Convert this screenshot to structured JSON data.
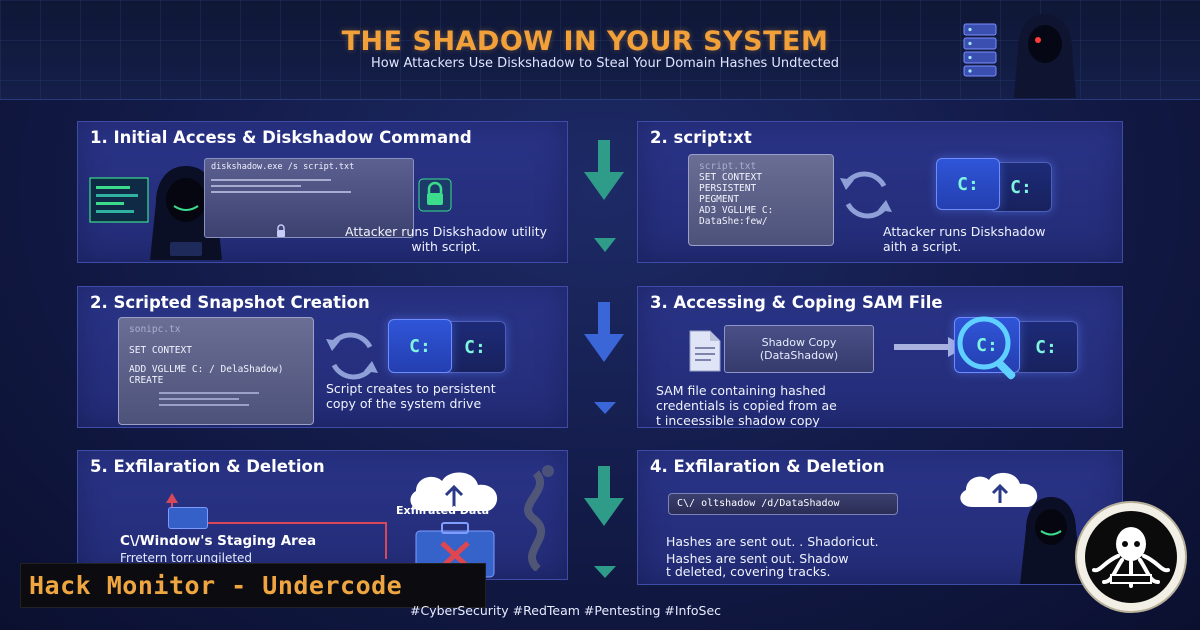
{
  "header": {
    "title": "THE SHADOW IN YOUR SYSTEM",
    "subtitle": "How Attackers Use Diskshadow to Steal Your Domain Hashes Undtected"
  },
  "colors": {
    "accent": "#f1a03a",
    "panel": "#2a3488",
    "arrow": "#2e9c88",
    "arrow_blue": "#3a66d8",
    "drive_text": "#7ff5df",
    "brand": "#f0a640"
  },
  "panels": {
    "p1": {
      "title": "1. Initial Access & Diskshadow Command",
      "window_text": "diskshadow.exe /s script.txt",
      "caption_lines": [
        "Attacker runs Diskshadow utility",
        "with script."
      ],
      "icon": "padlock-icon"
    },
    "p2": {
      "title": "2.  script:xt",
      "script_header": "script.txt",
      "script_lines": [
        "SET CONTEXT",
        "PERSISTENT",
        "PEGMENT",
        "AD3 VGLLME C:",
        "DataShe:few/"
      ],
      "drive_front": "C:",
      "drive_back": "C:",
      "caption_lines": [
        "Attacker runs Diskshadow",
        "aith a script."
      ]
    },
    "p3": {
      "title": "2. Scripted Snapshot Creation",
      "script_header": "sonipc.tx",
      "script_lines": [
        "SET CONTEXT",
        "ADD VGLLME C: / DelaShadow)",
        "CREATE"
      ],
      "drive_front": "C:",
      "drive_back": "C:",
      "caption_lines": [
        "Script creates to persistent",
        "copy of the system drive"
      ]
    },
    "p4": {
      "title": "3. Accessing & Coping SAM File",
      "box_lines": [
        "Shadow Copy",
        "(DataShadow)"
      ],
      "drive_front": "C:",
      "drive_back": "C:",
      "caption_lines": [
        "SAM file containing hashed",
        "credentials is copied from ae",
        "t inceessible shadow copy"
      ],
      "icon": "magnifier-icon"
    },
    "p5": {
      "title": "5. Exfilaration & Deletion",
      "cloud_label": "Exfilrated Data",
      "staging_label": "C\\/Window's Staging Area",
      "staging_sub": "Frretern torr.ungileted",
      "icon": "cloud-upload-icon"
    },
    "p6": {
      "title": "4. Exfilaration & Deletion",
      "command": "C\\/ oltshadow /d/DataShadow",
      "caption_lines": [
        "Hashes are sent out. . Shadoricut.",
        "",
        "Hashes are sent out. Shadow",
        "t deleted, covering tracks."
      ],
      "icon": "cloud-upload-icon"
    }
  },
  "footer": {
    "brand": "Hack Monitor - Undercode",
    "hashtags": "#CyberSecurity #RedTeam #Pentesting #InfoSec"
  }
}
